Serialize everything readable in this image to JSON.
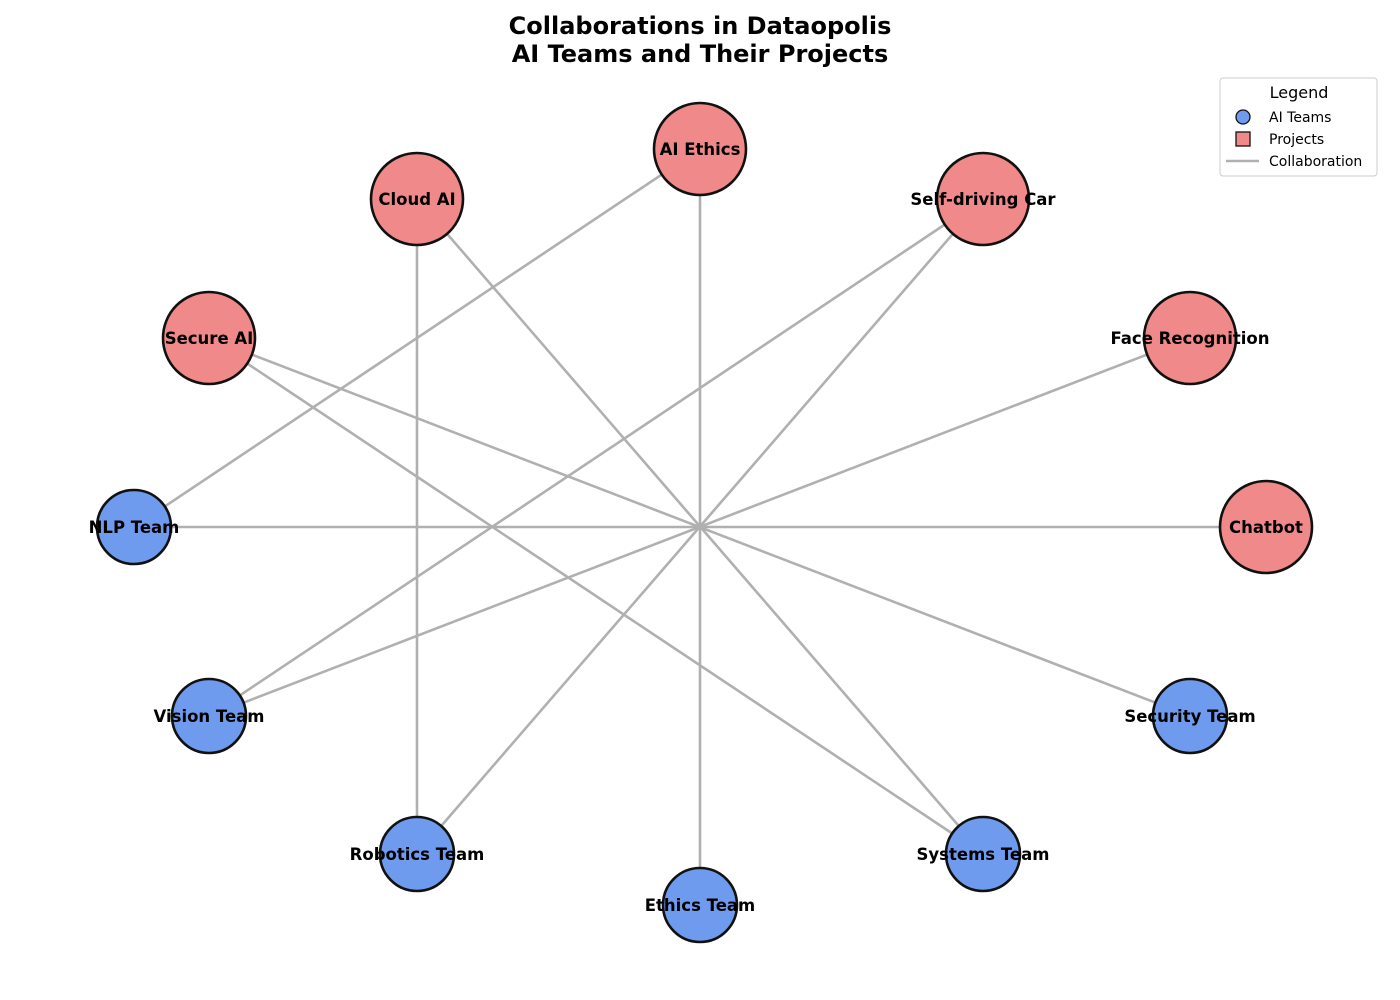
{
  "title_line1": "Collaborations in Dataopolis",
  "title_line2": "AI Teams and Their Projects",
  "colors": {
    "team": "#6f9bee",
    "project": "#f08989",
    "edge": "#b0b0b0",
    "outline": "#111111"
  },
  "legend": {
    "title": "Legend",
    "teams": "AI Teams",
    "projects": "Projects",
    "collaboration": "Collaboration"
  },
  "nodes": [
    {
      "id": "chatbot",
      "label": "Chatbot",
      "kind": "project"
    },
    {
      "id": "face",
      "label": "Face Recognition",
      "kind": "project"
    },
    {
      "id": "selfdriving",
      "label": "Self-driving Car",
      "kind": "project"
    },
    {
      "id": "ethics_p",
      "label": "AI Ethics",
      "kind": "project"
    },
    {
      "id": "cloud",
      "label": "Cloud AI",
      "kind": "project"
    },
    {
      "id": "secure",
      "label": "Secure AI",
      "kind": "project"
    },
    {
      "id": "nlp",
      "label": "NLP Team",
      "kind": "team"
    },
    {
      "id": "vision",
      "label": "Vision Team",
      "kind": "team"
    },
    {
      "id": "robotics",
      "label": "Robotics Team",
      "kind": "team"
    },
    {
      "id": "ethics_t",
      "label": "Ethics Team",
      "kind": "team"
    },
    {
      "id": "systems",
      "label": "Systems Team",
      "kind": "team"
    },
    {
      "id": "security",
      "label": "Security Team",
      "kind": "team"
    }
  ],
  "edges": [
    [
      "nlp",
      "chatbot"
    ],
    [
      "nlp",
      "ethics_p"
    ],
    [
      "vision",
      "face"
    ],
    [
      "vision",
      "selfdriving"
    ],
    [
      "robotics",
      "selfdriving"
    ],
    [
      "robotics",
      "cloud"
    ],
    [
      "ethics_t",
      "ethics_p"
    ],
    [
      "systems",
      "cloud"
    ],
    [
      "systems",
      "secure"
    ],
    [
      "security",
      "secure"
    ]
  ]
}
